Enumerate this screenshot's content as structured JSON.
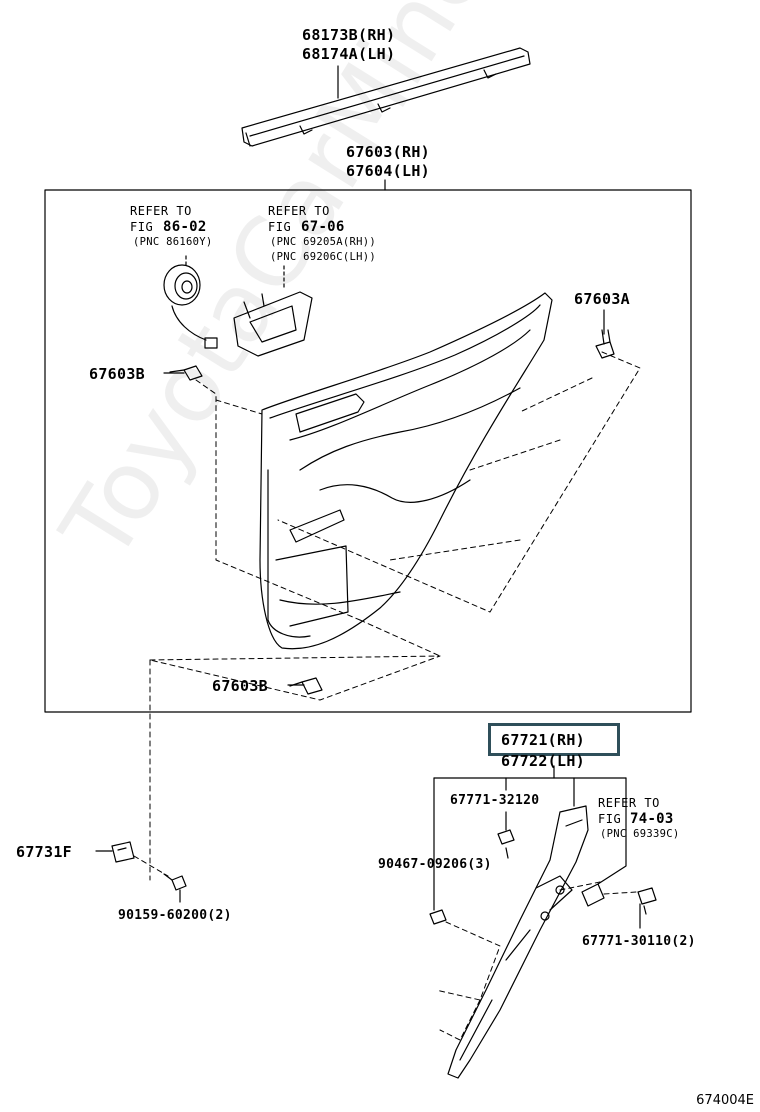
{
  "labels": {
    "molding_rh": "68173B(RH)",
    "molding_lh": "68174A(LH)",
    "board_rh": "67603(RH)",
    "board_lh": "67604(LH)",
    "ref_speaker_1": "REFER TO",
    "ref_speaker_fig_prefix": "FIG",
    "ref_speaker_fig": "86-02",
    "ref_speaker_pnc": "(PNC 86160Y)",
    "ref_handle_1": "REFER TO",
    "ref_handle_fig_prefix": "FIG",
    "ref_handle_fig": "67-06",
    "ref_handle_pnc_rh": "(PNC 69205A(RH))",
    "ref_handle_pnc_lh": "(PNC 69206C(LH))",
    "clip_a": "67603A",
    "clip_b_top": "67603B",
    "clip_b_bottom": "67603B",
    "trim_rh": "67721(RH)",
    "trim_lh": "67722(LH)",
    "clip_32120": "67771-32120",
    "ref_bracket_1": "REFER TO",
    "ref_bracket_fig_prefix": "FIG",
    "ref_bracket_fig": "74-03",
    "ref_bracket_pnc": "(PNC 69339C)",
    "clip_09206": "90467-09206(3)",
    "clip_30110": "67771-30110(2)",
    "cover_f": "67731F",
    "screw": "90159-60200(2)",
    "watermark": "ToyotaCarMine.ru",
    "diagram_code": "674004E"
  },
  "colors": {
    "line": "#000000",
    "highlight": "#2f4f5a",
    "background": "#ffffff"
  }
}
